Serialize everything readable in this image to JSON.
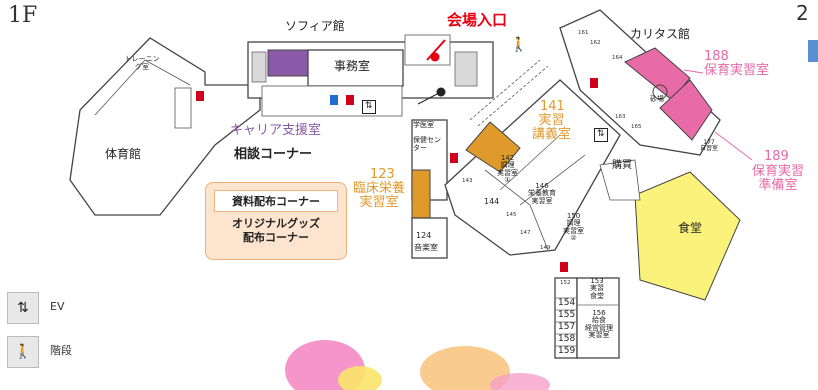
{
  "floor_label": "1F",
  "next_floor_hint": "2",
  "buildings": {
    "sophia": "ソフィア館",
    "caritas": "カリタス館",
    "gym": "体育館"
  },
  "entrance": "会場入口",
  "rooms": {
    "training": "トレーニング室",
    "office": "事務室",
    "career_office": "キャリア支援室",
    "consultation": "相談コーナー",
    "clinical_nutrition": {
      "number": "123",
      "name": "臨床栄養\n実習室"
    },
    "practice_lecture": {
      "number": "141",
      "name": "実習\n講義室"
    },
    "childcare_practice": {
      "number": "188",
      "name": "保育実習室"
    },
    "childcare_prep": {
      "number": "189",
      "name": "保育実習\n準備室"
    },
    "cafeteria": "食堂",
    "shop": "購買",
    "sandbox": "砂場",
    "clinic": "学医室",
    "health_center": "保健センター",
    "music": {
      "number": "124",
      "name": "音楽室"
    },
    "cooking1": {
      "number": "142",
      "name": "調理\n実習室\n①"
    },
    "nutrition_edu": {
      "number": "146",
      "name": "栄養教育\n実習室"
    },
    "cooking2": {
      "number": "150",
      "name": "調理\n実習室\n②"
    },
    "r143": "143",
    "r144": "144",
    "r145": "145",
    "r147": "147",
    "r149": "149",
    "r152": "152",
    "r153": {
      "number": "153",
      "name": "実習\n食堂"
    },
    "r154": "154",
    "r155": "155",
    "r156": {
      "number": "156",
      "name": "給食\n経営管理\n実習室"
    },
    "r157": "157",
    "r158": "158",
    "r159": "159",
    "r161": "161",
    "r162": "162",
    "r163": "163",
    "r164": "164",
    "r165": "165",
    "r177": {
      "number": "177",
      "name": "自習室"
    }
  },
  "callouts": {
    "materials": "資料配布コーナー",
    "goods": "オリジナルグッズ\n配布コーナー"
  },
  "legend": [
    {
      "icon": "elevator-icon",
      "label": "EV"
    },
    {
      "icon": "stairs-icon",
      "label": "階段"
    }
  ],
  "colors": {
    "purple": "#8a5aa8",
    "orange": "#e09a2c",
    "pink": "#e86aa6",
    "yellow": "#fbf27c",
    "entrance_red": "#e60012",
    "callout_bg": "#fce4cf",
    "callout_border": "#f2b07a"
  }
}
